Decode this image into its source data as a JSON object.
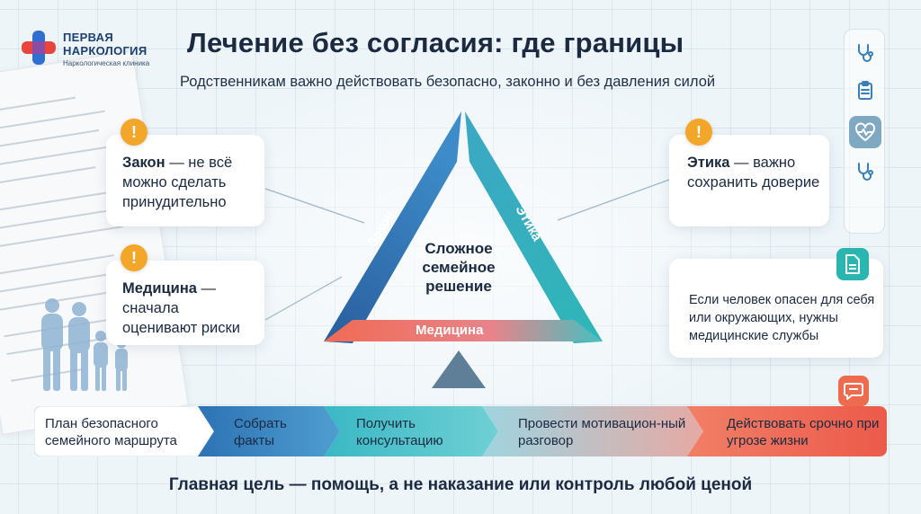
{
  "brand": {
    "name": "ПЕРВАЯ НАРКОЛОГИЯ",
    "tagline": "Наркологическая клиника"
  },
  "header": {
    "title": "Лечение без согласия: где границы",
    "subtitle": "Родственникам важно действовать безопасно, законно и без давления силой"
  },
  "triangle": {
    "center": "Сложное семейное решение",
    "side_left": "Закон",
    "side_right": "Этика",
    "side_bottom": "Медицина"
  },
  "cards": {
    "law": {
      "head": "Закон",
      "rest": " — не всё можно сделать принудительно"
    },
    "medicine": {
      "head": "Медицина",
      "rest": " — сначала оценивают риски"
    },
    "ethics": {
      "head": "Этика",
      "rest": " — важно сохранить доверие"
    },
    "danger": {
      "text": "Если человек опасен для себя или окружающих, нужны медицинские службы"
    }
  },
  "process": {
    "steps": [
      {
        "label": "План безопасного семейного маршрута"
      },
      {
        "label": "Собрать факты"
      },
      {
        "label": "Получить консультацию"
      },
      {
        "label": "Провести мотивацион-ный разговор"
      },
      {
        "label": "Действовать срочно при угрозе жизни"
      }
    ]
  },
  "footer": {
    "text": "Главная цель — помощь, а не наказание или контроль любой ценой"
  },
  "toolbar": {
    "icons": [
      "stethoscope-icon",
      "clipboard-icon",
      "heart-pulse-icon",
      "stethoscope-icon"
    ]
  },
  "colors": {
    "law_blue": "#2a64a8",
    "ethics_teal": "#2bb5b0",
    "medicine_coral": "#ef6b4d",
    "warning_orange": "#f2a62a",
    "text_dark": "#1b2a41"
  }
}
